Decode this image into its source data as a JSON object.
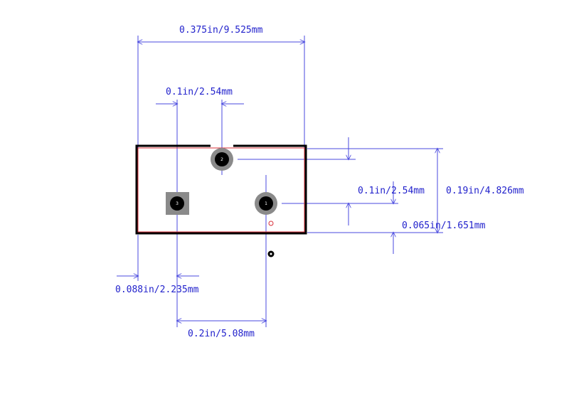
{
  "colors": {
    "dimension": "#4a4adf",
    "dimension_text": "#2222cc",
    "outline": "#000000",
    "courtyard": "#d9303a",
    "pad": "#8a8a8a",
    "drill": "#000000",
    "pin_number": "#ffffff"
  },
  "dimensions": {
    "overall_width": "0.375in/9.525mm",
    "pin_pitch_top": "0.1in/2.54mm",
    "pin_pitch_vertical": "0.1in/2.54mm",
    "overall_height": "0.19in/4.826mm",
    "bottom_row_offset": "0.065in/1.651mm",
    "left_offset": "0.088in/2.235mm",
    "pin_span": "0.2in/5.08mm"
  },
  "pads": [
    {
      "number": "1",
      "shape": "round"
    },
    {
      "number": "2",
      "shape": "round"
    },
    {
      "number": "3",
      "shape": "square"
    }
  ],
  "icons": [
    "pin1-marker-icon",
    "origin-marker-icon"
  ]
}
